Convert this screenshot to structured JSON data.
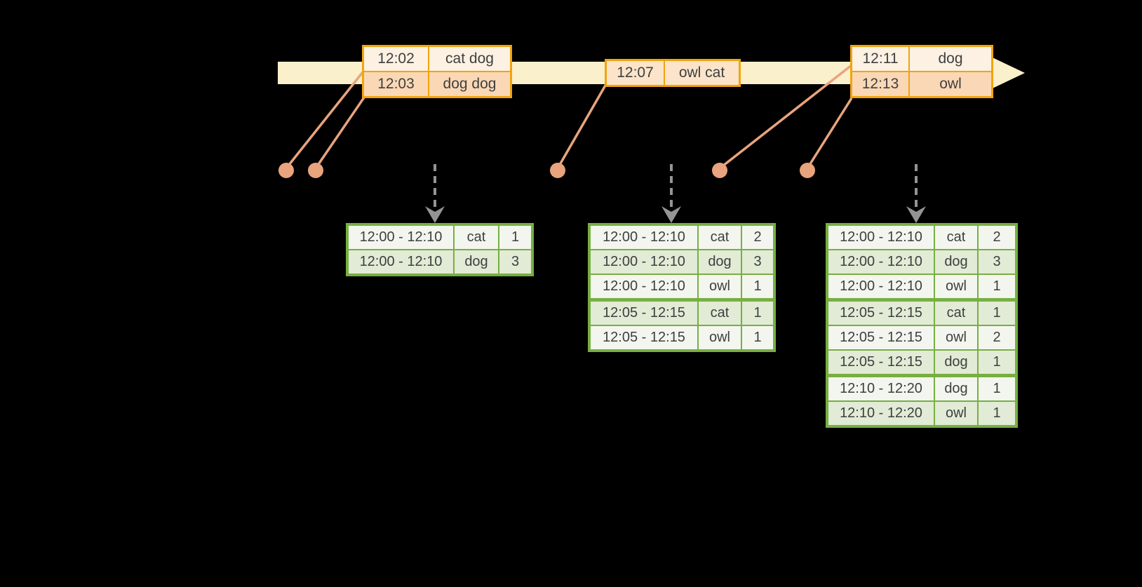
{
  "colors": {
    "timeline": "#FAF0CB",
    "orange_border": "#F1A40B",
    "peach": "#FAD8B6",
    "peach_mid": "#FBE4C9",
    "cream": "#FCF1E2",
    "salmon": "#E9A47D",
    "gray_arrow": "#949494",
    "green_border": "#77AF41",
    "green_light": "#E2EBD6",
    "green_lighter": "#F3F6EF",
    "text": "#3F3F3F"
  },
  "event_tables": [
    {
      "rows": [
        {
          "time": "12:02",
          "words": "cat dog"
        },
        {
          "time": "12:03",
          "words": "dog dog"
        }
      ]
    },
    {
      "rows": [
        {
          "time": "12:07",
          "words": "owl cat"
        }
      ]
    },
    {
      "rows": [
        {
          "time": "12:11",
          "words": "dog"
        },
        {
          "time": "12:13",
          "words": "owl"
        }
      ]
    }
  ],
  "result_tables": [
    {
      "rows": [
        {
          "window": "12:00 - 12:10",
          "word": "cat",
          "count": "1"
        },
        {
          "window": "12:00 - 12:10",
          "word": "dog",
          "count": "3"
        }
      ]
    },
    {
      "rows": [
        {
          "window": "12:00 - 12:10",
          "word": "cat",
          "count": "2"
        },
        {
          "window": "12:00 - 12:10",
          "word": "dog",
          "count": "3"
        },
        {
          "window": "12:00 - 12:10",
          "word": "owl",
          "count": "1"
        },
        {
          "window": "12:05 - 12:15",
          "word": "cat",
          "count": "1"
        },
        {
          "window": "12:05 - 12:15",
          "word": "owl",
          "count": "1"
        }
      ]
    },
    {
      "rows": [
        {
          "window": "12:00 - 12:10",
          "word": "cat",
          "count": "2"
        },
        {
          "window": "12:00 - 12:10",
          "word": "dog",
          "count": "3"
        },
        {
          "window": "12:00 - 12:10",
          "word": "owl",
          "count": "1"
        },
        {
          "window": "12:05 - 12:15",
          "word": "cat",
          "count": "1"
        },
        {
          "window": "12:05 - 12:15",
          "word": "owl",
          "count": "2"
        },
        {
          "window": "12:05 - 12:15",
          "word": "dog",
          "count": "1"
        },
        {
          "window": "12:10 - 12:20",
          "word": "dog",
          "count": "1"
        },
        {
          "window": "12:10 - 12:20",
          "word": "owl",
          "count": "1"
        }
      ]
    }
  ]
}
